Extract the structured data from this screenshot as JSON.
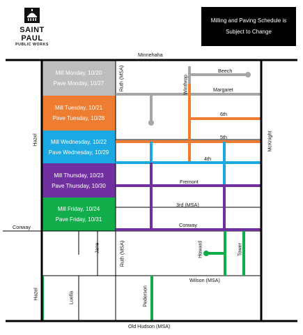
{
  "logo": {
    "name": "SAINT PAUL",
    "subtitle": "PUBLIC WORKS"
  },
  "notice": {
    "line1": "Milling and Paving Schedule is",
    "line2": "Subject to Change"
  },
  "schedule": [
    {
      "mill": "Mill Monday, 10/20",
      "pave": "Pave Monday, 10/27",
      "color": "#bdbdbd"
    },
    {
      "mill": "Mill Tuesday, 10/21",
      "pave": "Pave Tuesday, 10/28",
      "color": "#ee7d31"
    },
    {
      "mill": "Mill Wednesday, 10/22",
      "pave": "Pave Wednesday, 10/29",
      "color": "#1ba8e3"
    },
    {
      "mill": "Mill Thursday, 10/23",
      "pave": "Pave Thursday, 10/30",
      "color": "#7030a0"
    },
    {
      "mill": "Mill Friday, 10/24",
      "pave": "Pave Friday, 10/31",
      "color": "#12ad4b"
    }
  ],
  "streets": {
    "minnehaha": "Minnehaha",
    "hazel": "Hazel",
    "mcknight": "McKnight",
    "conway_left": "Conway",
    "conway": "Conway",
    "ruth_upper": "Ruth (MSA)",
    "winthrop": "Winthrop",
    "beech": "Beech",
    "margaret": "Margaret",
    "sixth": "6th",
    "fifth": "5th",
    "fourth": "4th",
    "fremont": "Fremont",
    "third": "3rd (MSA)",
    "jane": "Jane",
    "ruth_lower": "Ruth (MSA)",
    "howard": "Howard",
    "tower": "Tower",
    "wilson": "Wilson (MSA)",
    "hazel_lower": "Hazel",
    "luella": "Luella",
    "pederson": "Pederson",
    "old_hudson": "Old Hudson (MSA)"
  }
}
